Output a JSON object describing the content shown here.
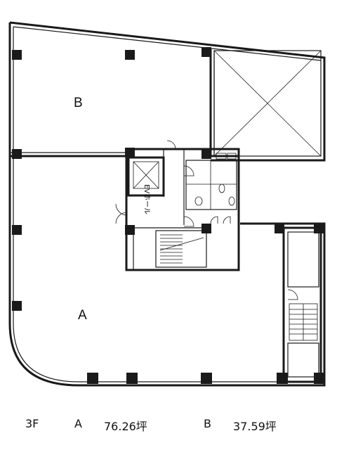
{
  "plan": {
    "units": [
      {
        "id": "A",
        "label": "A"
      },
      {
        "id": "B",
        "label": "B"
      }
    ],
    "hall_label": "EVホール"
  },
  "caption": {
    "floor": "3F",
    "unit_a": "A",
    "area_a": "76.26坪",
    "unit_b": "B",
    "area_b": "37.59坪"
  }
}
